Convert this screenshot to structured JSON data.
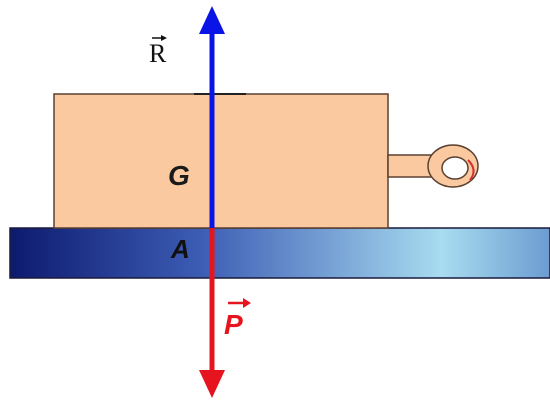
{
  "diagram": {
    "labels": {
      "reaction": "R",
      "center_of_gravity": "G",
      "contact_point": "A",
      "weight": "P"
    },
    "colors": {
      "block_fill": "#FAC99F",
      "block_stroke": "#5a4030",
      "reaction_vector": "#0a14e6",
      "weight_vector": "#e6141e",
      "surface_dark": "#0d1a6e",
      "surface_light": "#a8dcf0",
      "hook_ring": "#d43030"
    }
  }
}
